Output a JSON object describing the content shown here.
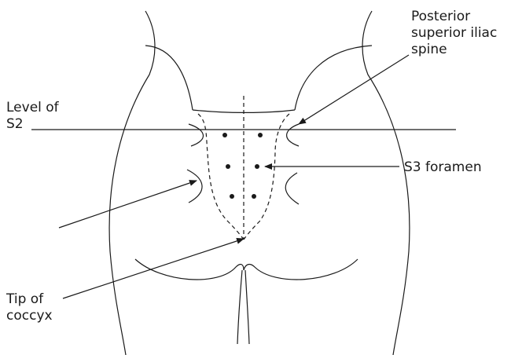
{
  "diagram": {
    "labels": {
      "psis": [
        "Posterior",
        "superior iliac",
        "spine"
      ],
      "level_s2": [
        "Level of",
        "S2"
      ],
      "s3_foramen": [
        "S3 foramen"
      ],
      "tip_coccyx": [
        "Tip of",
        "coccyx"
      ]
    },
    "colors": {
      "stroke": "#1a1a1a",
      "background": "#ffffff"
    }
  }
}
